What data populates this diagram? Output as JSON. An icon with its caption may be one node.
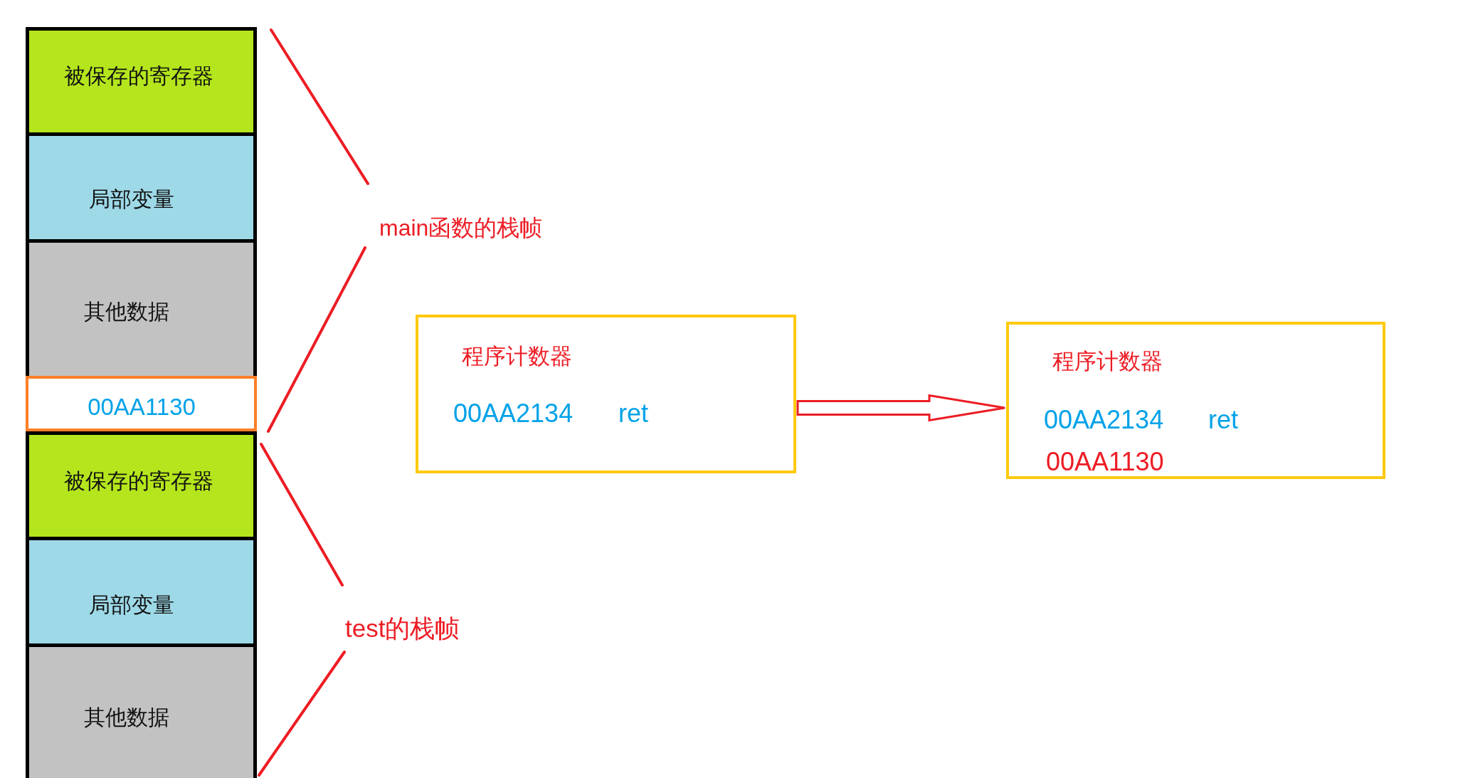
{
  "diagram": {
    "nodes": [
      {
        "text": [
          "被保存的寄存器"
        ]
      },
      {
        "text": [
          "局部变量"
        ]
      },
      {
        "text": [
          "其他数据"
        ]
      },
      {
        "text": [
          "00AA1130"
        ]
      },
      {
        "text": [
          "被保存的寄存器"
        ]
      },
      {
        "text": [
          "局部变量"
        ]
      },
      {
        "text": [
          "其他数据"
        ]
      },
      {
        "text": [
          "程序计数器",
          "00AA2134",
          "ret"
        ]
      },
      {
        "text": [
          "程序计数器",
          "00AA2134",
          "ret",
          "00AA1130"
        ]
      }
    ],
    "edges": [
      {
        "from": 7,
        "to": 8,
        "arrow": "to"
      }
    ],
    "labels": [
      "main函数的栈帧",
      "test的栈帧"
    ]
  }
}
